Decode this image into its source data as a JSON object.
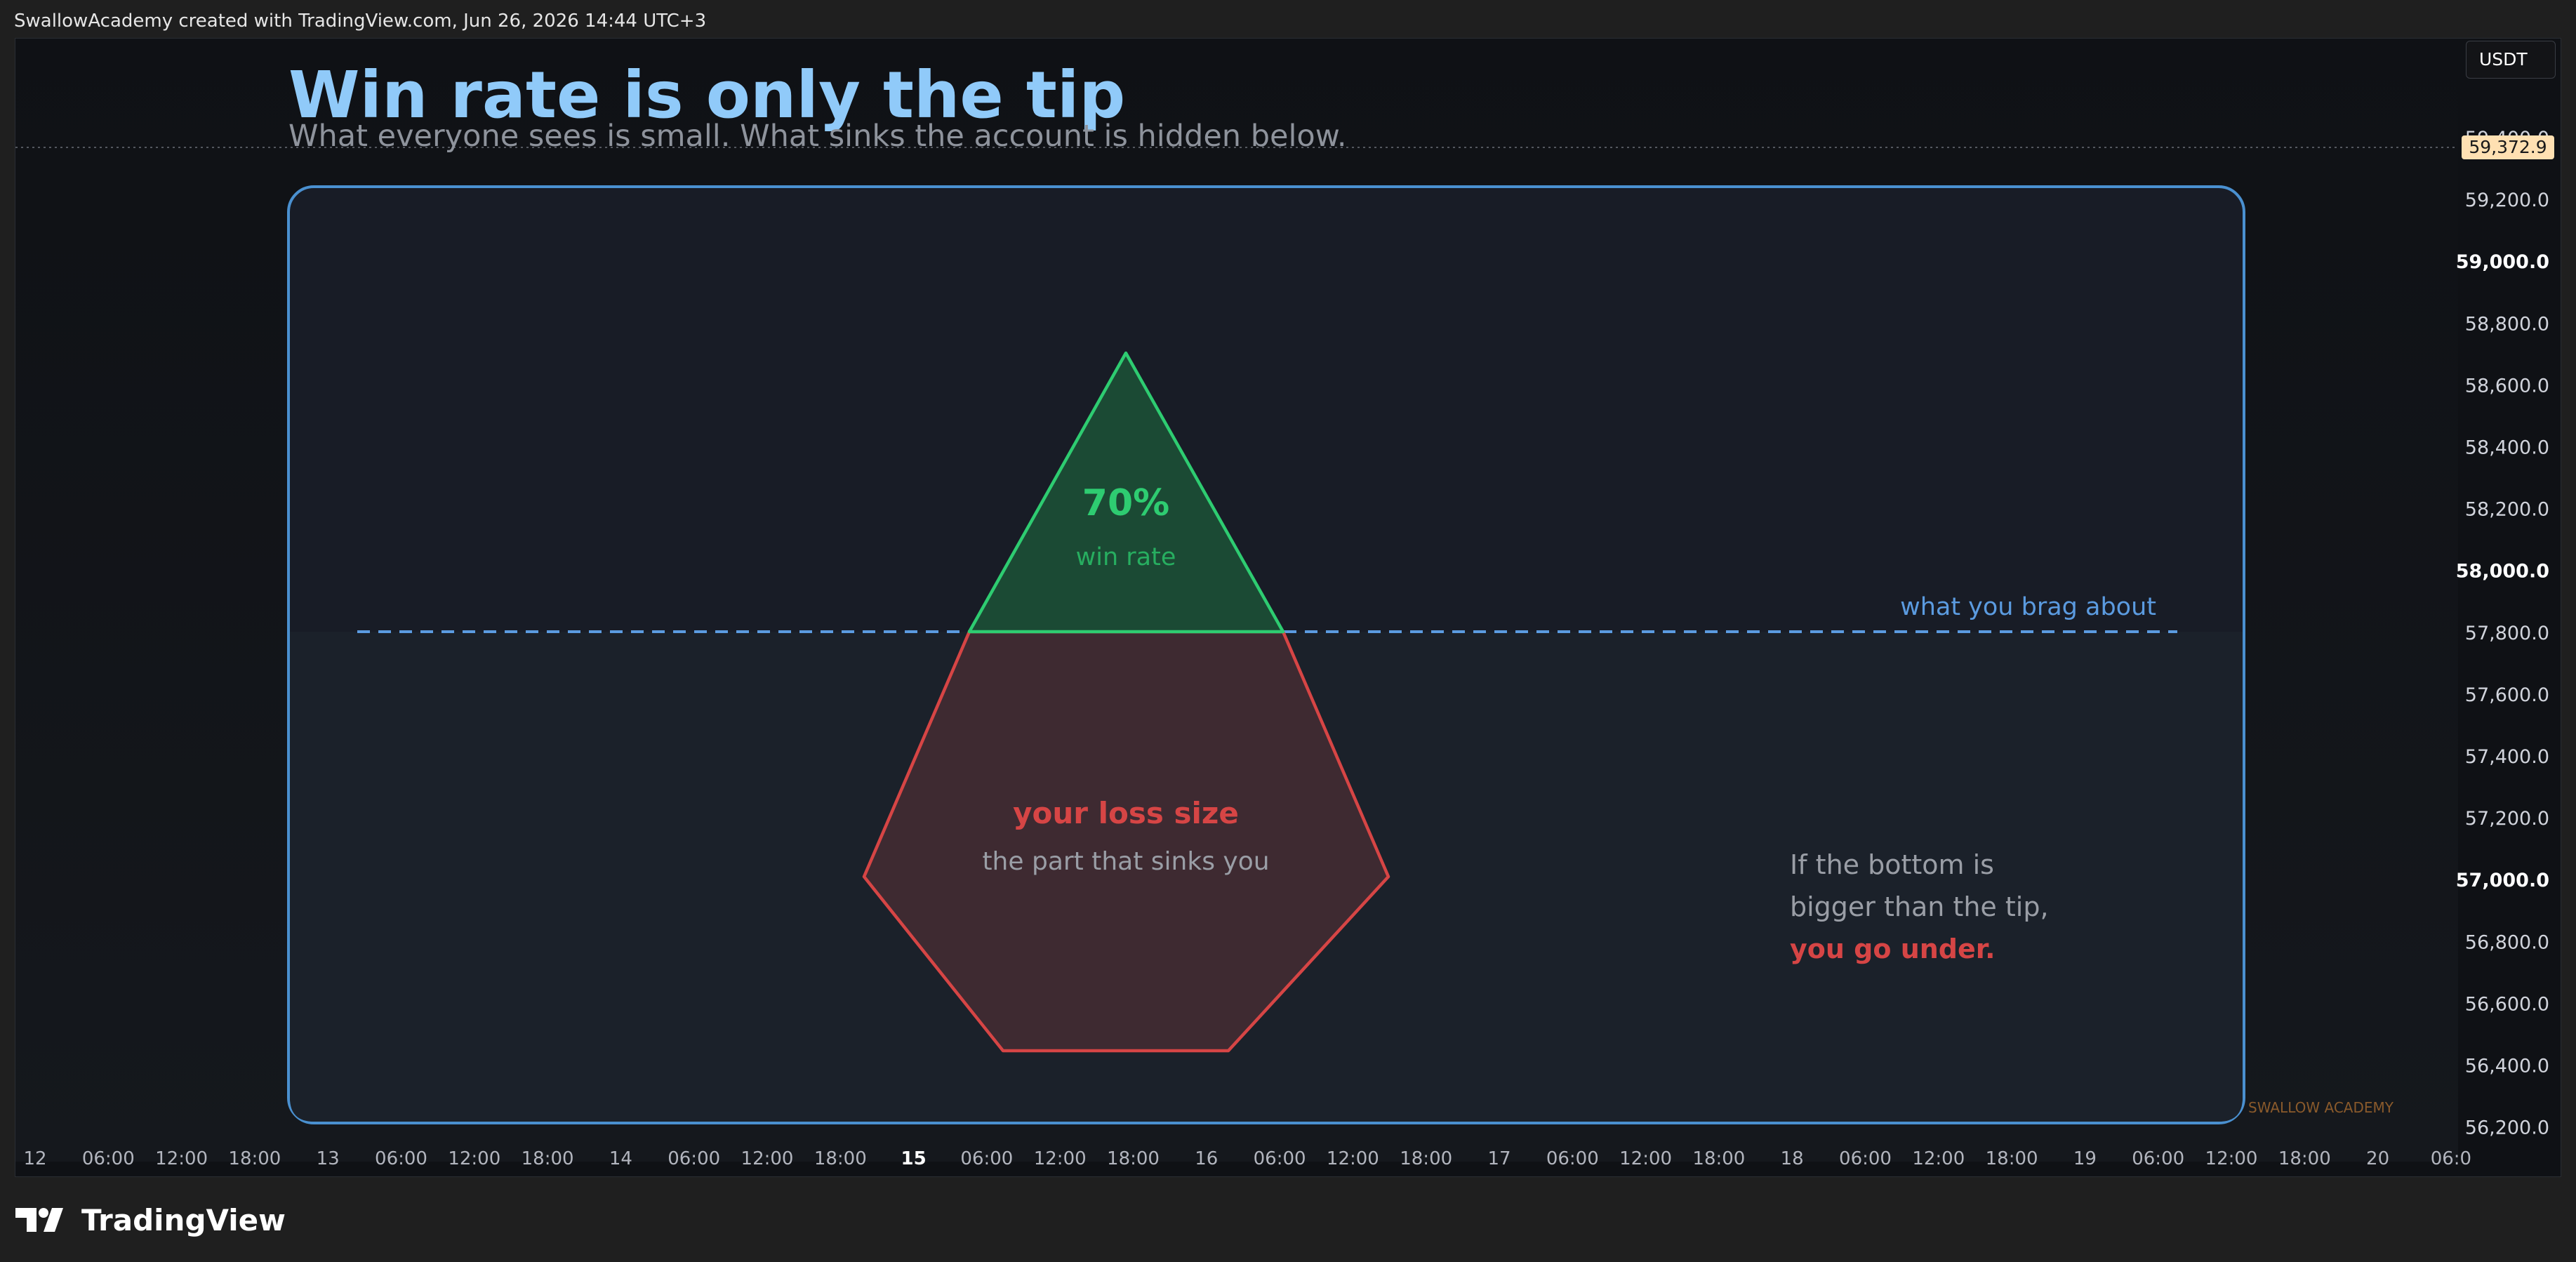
{
  "header": {
    "attribution": "SwallowAcademy created with TradingView.com, Jun 26, 2026 14:44 UTC+3"
  },
  "toolbar": {
    "currency": "USDT",
    "last_price": "59,372.9"
  },
  "price_axis": [
    {
      "label": "59,400.0",
      "bold": false
    },
    {
      "label": "59,200.0",
      "bold": false
    },
    {
      "label": "59,000.0",
      "bold": true
    },
    {
      "label": "58,800.0",
      "bold": false
    },
    {
      "label": "58,600.0",
      "bold": false
    },
    {
      "label": "58,400.0",
      "bold": false
    },
    {
      "label": "58,200.0",
      "bold": false
    },
    {
      "label": "58,000.0",
      "bold": true
    },
    {
      "label": "57,800.0",
      "bold": false
    },
    {
      "label": "57,600.0",
      "bold": false
    },
    {
      "label": "57,400.0",
      "bold": false
    },
    {
      "label": "57,200.0",
      "bold": false
    },
    {
      "label": "57,000.0",
      "bold": true
    },
    {
      "label": "56,800.0",
      "bold": false
    },
    {
      "label": "56,600.0",
      "bold": false
    },
    {
      "label": "56,400.0",
      "bold": false
    },
    {
      "label": "56,200.0",
      "bold": false
    }
  ],
  "time_axis": [
    {
      "label": "12",
      "bold": false
    },
    {
      "label": "06:00",
      "bold": false
    },
    {
      "label": "12:00",
      "bold": false
    },
    {
      "label": "18:00",
      "bold": false
    },
    {
      "label": "13",
      "bold": false
    },
    {
      "label": "06:00",
      "bold": false
    },
    {
      "label": "12:00",
      "bold": false
    },
    {
      "label": "18:00",
      "bold": false
    },
    {
      "label": "14",
      "bold": false
    },
    {
      "label": "06:00",
      "bold": false
    },
    {
      "label": "12:00",
      "bold": false
    },
    {
      "label": "18:00",
      "bold": false
    },
    {
      "label": "15",
      "bold": true
    },
    {
      "label": "06:00",
      "bold": false
    },
    {
      "label": "12:00",
      "bold": false
    },
    {
      "label": "18:00",
      "bold": false
    },
    {
      "label": "16",
      "bold": false
    },
    {
      "label": "06:00",
      "bold": false
    },
    {
      "label": "12:00",
      "bold": false
    },
    {
      "label": "18:00",
      "bold": false
    },
    {
      "label": "17",
      "bold": false
    },
    {
      "label": "06:00",
      "bold": false
    },
    {
      "label": "12:00",
      "bold": false
    },
    {
      "label": "18:00",
      "bold": false
    },
    {
      "label": "18",
      "bold": false
    },
    {
      "label": "06:00",
      "bold": false
    },
    {
      "label": "12:00",
      "bold": false
    },
    {
      "label": "18:00",
      "bold": false
    },
    {
      "label": "19",
      "bold": false
    },
    {
      "label": "06:00",
      "bold": false
    },
    {
      "label": "12:00",
      "bold": false
    },
    {
      "label": "18:00",
      "bold": false
    },
    {
      "label": "20",
      "bold": false
    },
    {
      "label": "06:0",
      "bold": false
    }
  ],
  "infographic": {
    "title": "Win rate is only the tip",
    "subtitle": "What everyone sees is small. What sinks the account is hidden below.",
    "tip_value": "70%",
    "tip_label": "win rate",
    "waterline_label": "what you brag about",
    "base_title": "your loss size",
    "base_subtitle": "the part that sinks you",
    "note_line1": "If the bottom is",
    "note_line2": "bigger than the tip,",
    "note_emphasis": "you go under.",
    "watermark": "SWALLOW ACADEMY"
  },
  "brand": {
    "name": "TradingView"
  },
  "colors": {
    "title": "#90caf9",
    "frame": "#4a90d0",
    "tip_stroke": "#2ecc71",
    "tip_fill": "#1b4a34",
    "base_stroke": "#d64545",
    "base_fill": "#3e2a31",
    "waterline": "#5b9be0",
    "watermark": "#8a5a2b"
  }
}
